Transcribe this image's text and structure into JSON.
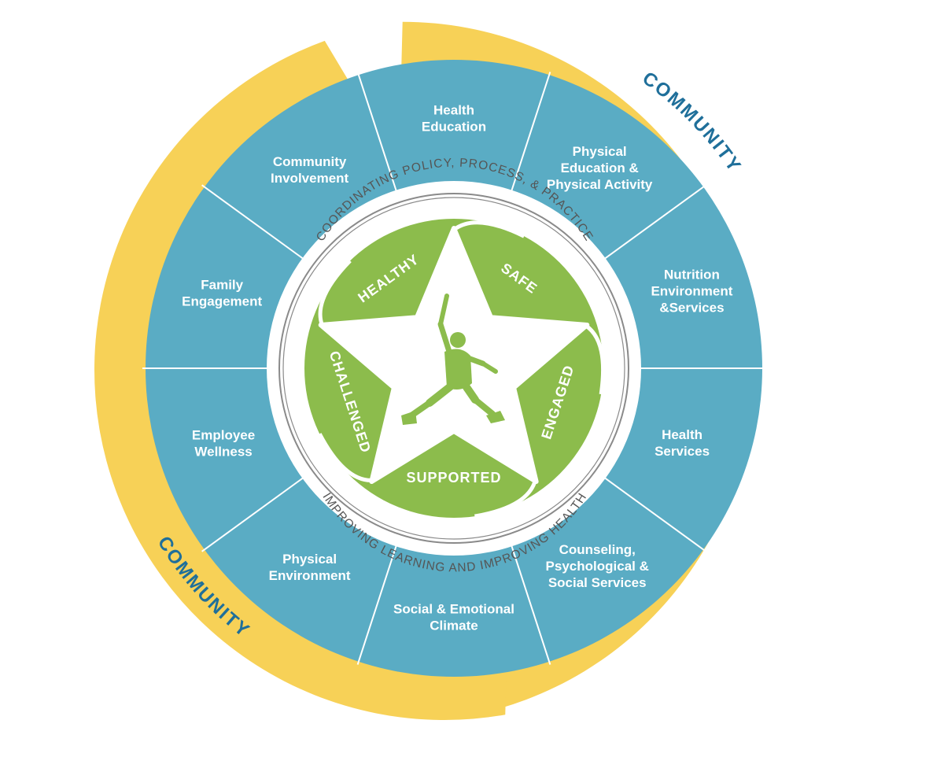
{
  "community": {
    "top_right_label": "COMMUNITY",
    "bottom_left_label": "COMMUNITY"
  },
  "ring": {
    "top_arc_text": "COORDINATING POLICY, PROCESS, & PRACTICE",
    "bottom_arc_text": "IMPROVING LEARNING AND IMPROVING HEALTH"
  },
  "qualities": [
    {
      "label": "HEALTHY"
    },
    {
      "label": "SAFE"
    },
    {
      "label": "ENGAGED"
    },
    {
      "label": "SUPPORTED"
    },
    {
      "label": "CHALLENGED"
    }
  ],
  "segments": [
    {
      "lines": [
        "Health",
        "Education"
      ]
    },
    {
      "lines": [
        "Physical",
        "Education &",
        "Physical Activity"
      ]
    },
    {
      "lines": [
        "Nutrition",
        "Environment",
        "&Services"
      ]
    },
    {
      "lines": [
        "Health",
        "Services"
      ]
    },
    {
      "lines": [
        "Counseling,",
        "Psychological &",
        "Social Services"
      ]
    },
    {
      "lines": [
        "Social & Emotional",
        "Climate"
      ]
    },
    {
      "lines": [
        "Physical",
        "Environment"
      ]
    },
    {
      "lines": [
        "Employee",
        "Wellness"
      ]
    },
    {
      "lines": [
        "Family",
        "Engagement"
      ]
    },
    {
      "lines": [
        "Community",
        "Involvement"
      ]
    }
  ],
  "colors": {
    "segment_blue": "#5aacc4",
    "segment_divider": "#ffffff",
    "community_yellow": "#f7d157",
    "community_text": "#1f6f9a",
    "star_green": "#8cbc4c",
    "figure_green": "#8cbc4c",
    "ring_text": "#555555"
  },
  "icons": {
    "center_figure": "jumping-person-icon",
    "center_shape": "star-icon"
  }
}
